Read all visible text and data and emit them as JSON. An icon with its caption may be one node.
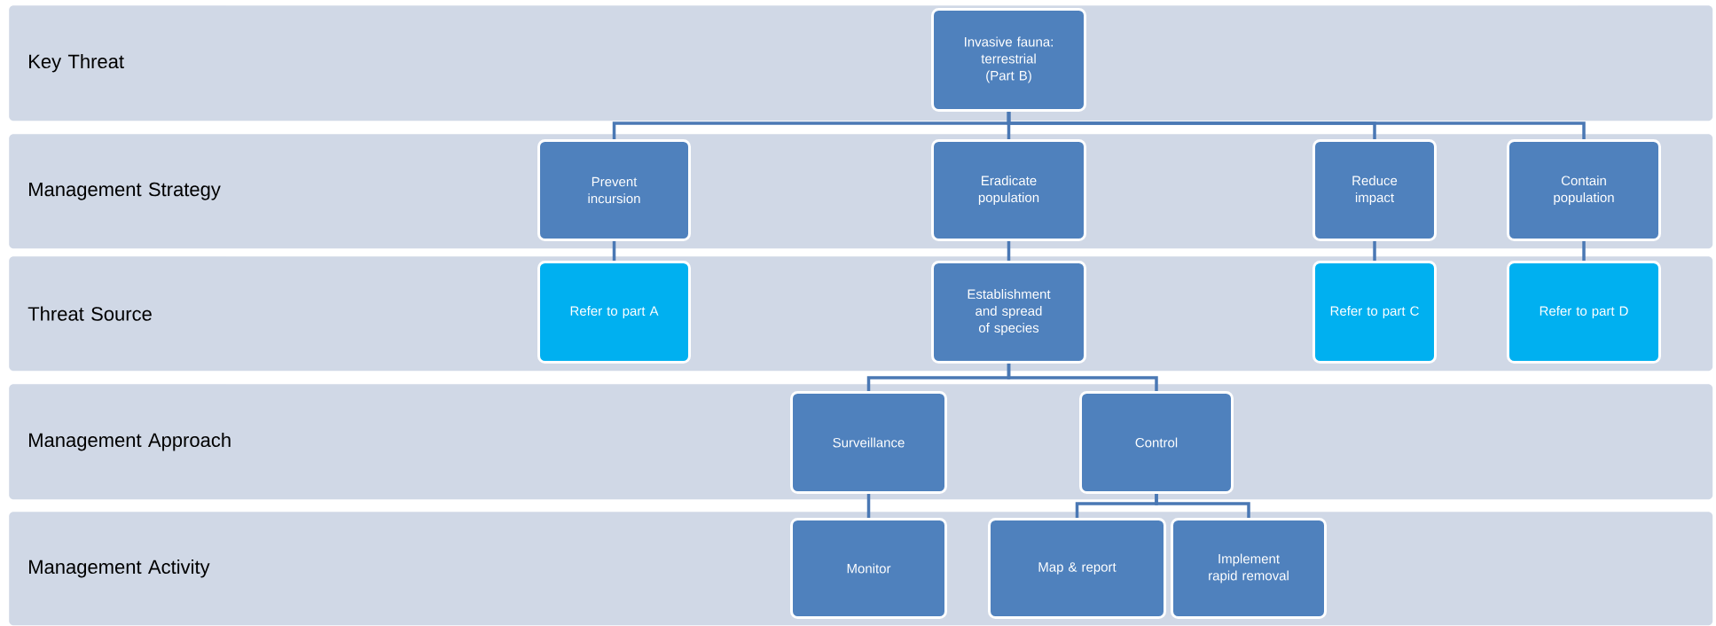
{
  "diagram": {
    "nodes": [
      {
        "text": [
          "Key Threat"
        ]
      },
      {
        "text": [
          "Invasive fauna: terrestrial (Part B)"
        ],
        "in": 0
      },
      {
        "text": [
          "Management Strategy"
        ]
      },
      {
        "text": [
          "Prevent incursion"
        ],
        "in": 2
      },
      {
        "text": [
          "Eradicate population"
        ],
        "in": 2
      },
      {
        "text": [
          "Reduce impact"
        ],
        "in": 2
      },
      {
        "text": [
          "Contain population"
        ],
        "in": 2
      },
      {
        "text": [
          "Threat Source"
        ]
      },
      {
        "text": [
          "Refer to part A"
        ],
        "in": 7
      },
      {
        "text": [
          "Establishment and spread of species"
        ],
        "in": 7
      },
      {
        "text": [
          "Refer to part C"
        ],
        "in": 7
      },
      {
        "text": [
          "Refer to part D"
        ],
        "in": 7
      },
      {
        "text": [
          "Management Approach"
        ]
      },
      {
        "text": [
          "Surveillance"
        ],
        "in": 12
      },
      {
        "text": [
          "Control"
        ],
        "in": 12
      },
      {
        "text": [
          "Management Activity"
        ]
      },
      {
        "text": [
          "Monitor"
        ],
        "in": 15
      },
      {
        "text": [
          "Map & report"
        ],
        "in": 15
      },
      {
        "text": [
          "Implement rapid removal"
        ],
        "in": 15
      }
    ],
    "edges": [
      {
        "from": 1,
        "to": 3,
        "arrow": "none"
      },
      {
        "from": 1,
        "to": 4,
        "arrow": "none"
      },
      {
        "from": 1,
        "to": 5,
        "arrow": "none"
      },
      {
        "from": 1,
        "to": 6,
        "arrow": "none"
      },
      {
        "from": 3,
        "to": 8,
        "arrow": "none"
      },
      {
        "from": 4,
        "to": 9,
        "arrow": "none"
      },
      {
        "from": 5,
        "to": 10,
        "arrow": "none"
      },
      {
        "from": 6,
        "to": 11,
        "arrow": "none"
      },
      {
        "from": 9,
        "to": 13,
        "arrow": "none"
      },
      {
        "from": 9,
        "to": 14,
        "arrow": "none"
      },
      {
        "from": 13,
        "to": 16,
        "arrow": "none"
      },
      {
        "from": 14,
        "to": 17,
        "arrow": "none"
      },
      {
        "from": 14,
        "to": 18,
        "arrow": "none"
      }
    ]
  }
}
